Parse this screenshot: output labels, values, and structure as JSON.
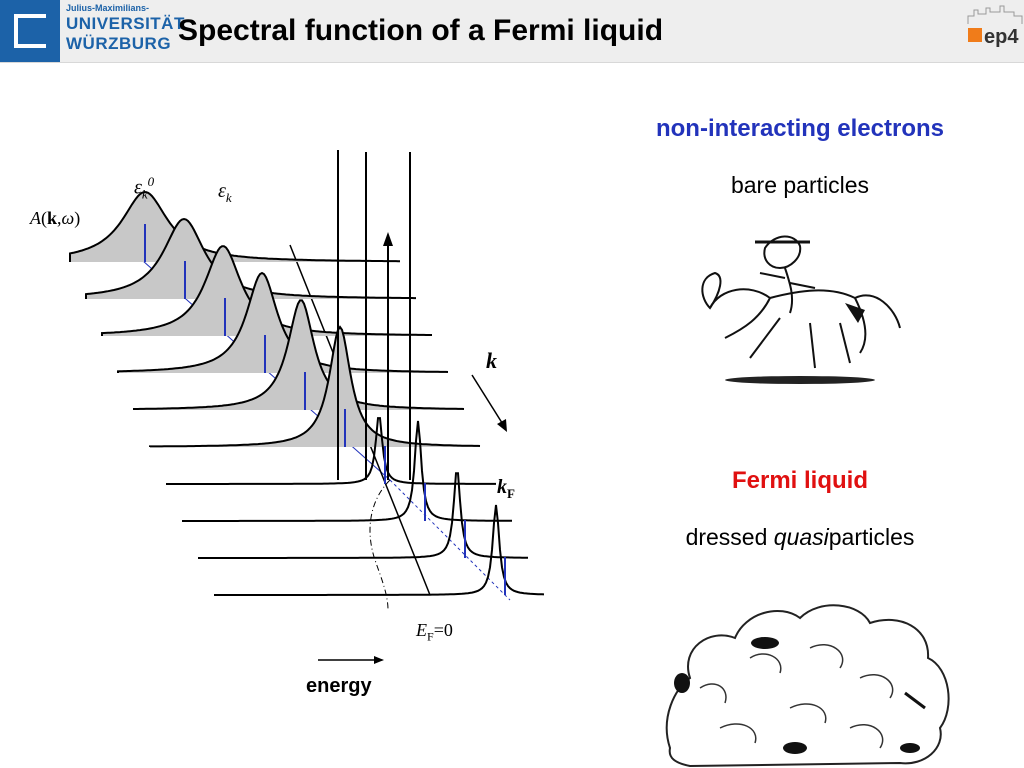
{
  "header": {
    "logo_small": "Julius-Maximilians-",
    "logo_line1": "UNIVERSITÄT",
    "logo_line2": "WÜRZBURG",
    "title": "Spectral function of a Fermi liquid",
    "ep4_label": "ep4"
  },
  "diagram": {
    "epsilon_k0": "εk0",
    "epsilon_k": "εk",
    "a_k_omega": "A(k,ω)",
    "k_label": "k",
    "kF_label": "kF",
    "EF_label": "EF=0",
    "energy_label": "energy"
  },
  "right_panel": {
    "non_interacting_heading": "non-interacting electrons",
    "bare_particles": "bare particles",
    "fermi_liquid_heading": "Fermi liquid",
    "dressed_prefix": "dressed ",
    "dressed_quasi": "quasi",
    "dressed_suffix": "particles"
  },
  "colors": {
    "accent_blue": "#2233bb",
    "accent_red": "#e01010",
    "logo_blue": "#1c62a8",
    "ep4_orange": "#f07c1a"
  },
  "icons": {
    "horse_rider": "horse-rider-cartoon-icon",
    "dust_cloud": "dust-cloud-cartoon-icon",
    "university_logo": "university-logo-icon",
    "ep4_logo": "ep4-logo-icon"
  }
}
